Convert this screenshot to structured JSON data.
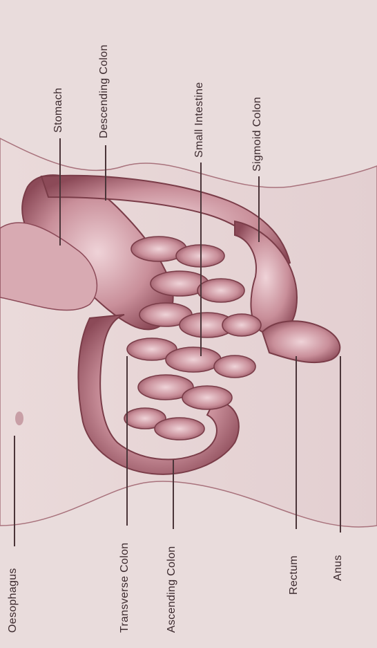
{
  "labels": {
    "oesophagus": "Oesophagus",
    "stomach": "Stomach",
    "descending_colon": "Descending Colon",
    "small_intestine": "Small Intestine",
    "sigmoid_colon": "Sigmoid Colon",
    "transverse_colon": "Transverse Colon",
    "ascending_colon": "Ascending Colon",
    "rectum": "Rectum",
    "anus": "Anus"
  },
  "colors": {
    "background": "#e9dcdc",
    "tissue": "#c98f9a",
    "tissue_dark": "#8c4a58",
    "outline": "#7a3c48",
    "label_text": "#3c2a2e"
  }
}
